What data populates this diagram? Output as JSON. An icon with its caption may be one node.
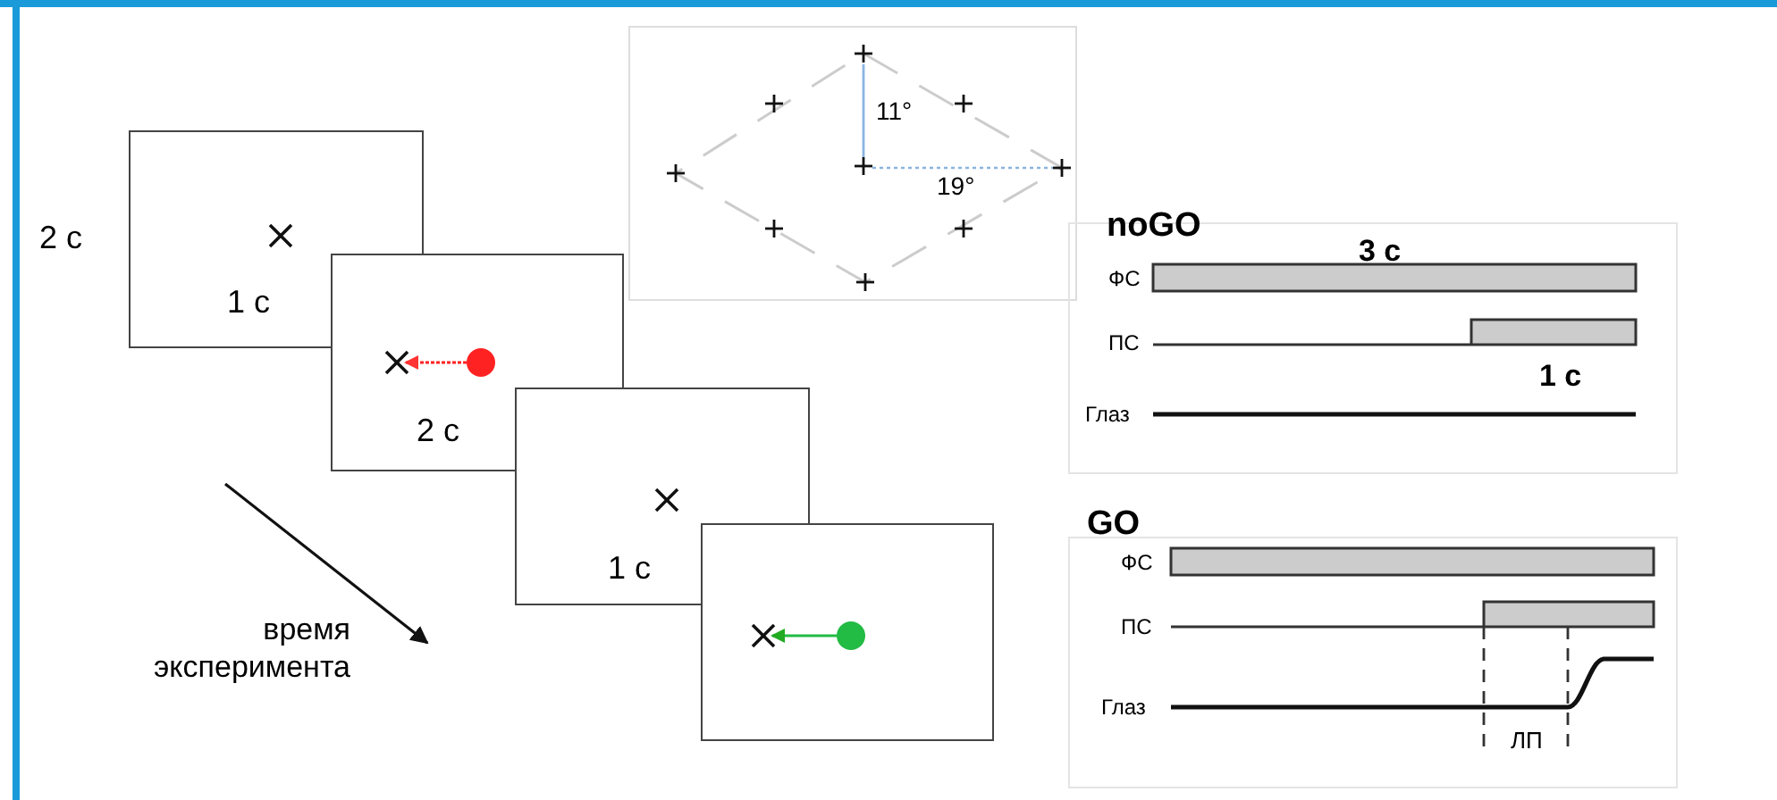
{
  "diagram": {
    "nodes": [
      {
        "text": [],
        "shape": "box"
      },
      {
        "text": [],
        "shape": "box"
      },
      {
        "text": [],
        "shape": "box"
      },
      {
        "text": [],
        "shape": "box"
      }
    ],
    "labels": [
      "2 с",
      "1 с",
      "2 с",
      "1 с",
      "время эксперимента",
      "11°",
      "19°",
      "noGO",
      "3 с",
      "ФС",
      "ПС",
      "1 с",
      "Глаз",
      "GO",
      "ФС",
      "ПС",
      "Глаз",
      "ЛП"
    ]
  }
}
